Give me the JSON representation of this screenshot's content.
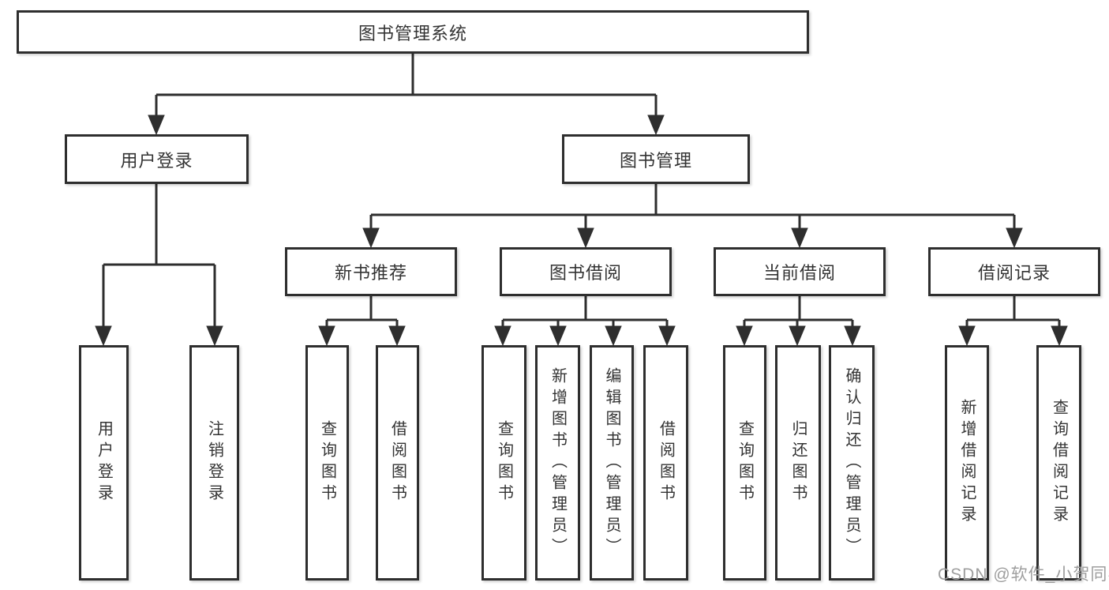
{
  "tree": {
    "label": "图书管理系统",
    "children": [
      {
        "label": "用户登录",
        "children": [
          {
            "label": "用户登录"
          },
          {
            "label": "注销登录"
          }
        ]
      },
      {
        "label": "图书管理",
        "children": [
          {
            "label": "新书推荐",
            "children": [
              {
                "label": "查询图书"
              },
              {
                "label": "借阅图书"
              }
            ]
          },
          {
            "label": "图书借阅",
            "children": [
              {
                "label": "查询图书"
              },
              {
                "label": "新增图书（管理员）"
              },
              {
                "label": "编辑图书（管理员）"
              },
              {
                "label": "借阅图书"
              }
            ]
          },
          {
            "label": "当前借阅",
            "children": [
              {
                "label": "查询图书"
              },
              {
                "label": "归还图书"
              },
              {
                "label": "确认归还（管理员）"
              }
            ]
          },
          {
            "label": "借阅记录",
            "children": [
              {
                "label": "新增借阅记录"
              },
              {
                "label": "查询借阅记录"
              }
            ]
          }
        ]
      }
    ]
  },
  "watermark": {
    "text": "CSDN @软件_小贺同学"
  },
  "colors": {
    "line": "#2e2e2e",
    "text": "#333333",
    "watermark": "#9e9e9e",
    "background": "#ffffff"
  }
}
